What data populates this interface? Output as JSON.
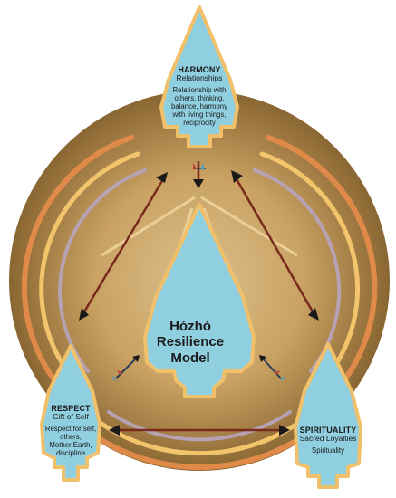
{
  "center": {
    "line1": "Hózhó",
    "line2": "Resilience",
    "line3": "Model"
  },
  "harmony": {
    "title": "HARMONY",
    "subtitle": "Relationships",
    "description": [
      "Relationship with",
      "others, thinking,",
      "balance, harmony",
      "with living things,",
      "reciprocity"
    ]
  },
  "respect": {
    "title": "RESPECT",
    "subtitle": "Gift of Self",
    "description": [
      "Respect for self,",
      "others,",
      "Mother Earth,",
      "discipline"
    ]
  },
  "spirituality": {
    "title": "SPIRITUALITY",
    "subtitle": "Sacred Loyalties",
    "description": [
      "Spirituality"
    ]
  },
  "colors": {
    "circle_center": "#d9b783",
    "circle_edge": "#8a6632",
    "arrowhead_fill": "#8fcfdf",
    "arrowhead_outline": "#f1c06a",
    "ring_orange": "#e08a4a",
    "ring_yellow": "#f2c46b",
    "ring_purple": "#b7a2b4",
    "arrow_line": "#7a2a1c"
  },
  "icons": [
    "arrowhead-shape",
    "double-arrow",
    "small-arrow-icon"
  ]
}
